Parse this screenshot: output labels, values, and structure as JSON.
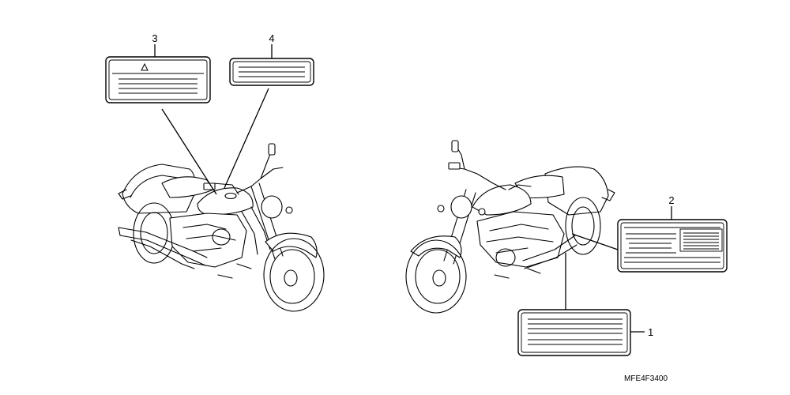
{
  "callouts": [
    {
      "number": "1"
    },
    {
      "number": "2"
    },
    {
      "number": "3"
    },
    {
      "number": "4"
    }
  ],
  "figure_code": "MFE4F3400",
  "icons": {
    "warning_symbol": "warning-triangle-icon"
  }
}
